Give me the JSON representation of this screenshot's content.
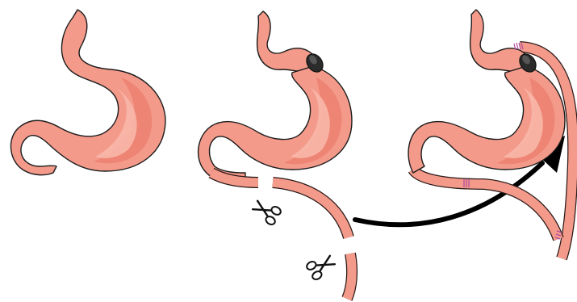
{
  "diagram": {
    "kind": "surgical-procedure-illustration",
    "panels": [
      {
        "id": "original",
        "elements": [
          "stomach",
          "duodenum"
        ]
      },
      {
        "id": "cut",
        "elements": [
          "stomach",
          "gastric-band",
          "intestine-segment",
          "scissors",
          "scissors"
        ]
      },
      {
        "id": "rerouted",
        "elements": [
          "stomach-pouch",
          "gastric-band",
          "rerouted-intestine",
          "staple-lines"
        ]
      }
    ],
    "connector": {
      "type": "curved-arrow",
      "from": "cut",
      "to": "rerouted"
    }
  },
  "colors": {
    "tissue": "#f49a8a",
    "tissue_shade": "#ec8070",
    "tissue_light": "#f8b7a9",
    "outline": "#1c1c1c",
    "band": "#2b2b2b",
    "staples": "#b14aa0",
    "arrow": "#000000",
    "background": "#ffffff"
  },
  "icons": [
    "scissors-icon",
    "curved-arrow-icon",
    "gastric-band-icon"
  ]
}
